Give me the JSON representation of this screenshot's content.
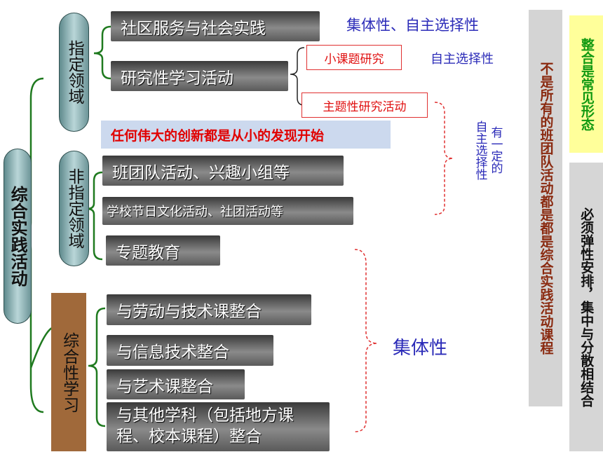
{
  "root": {
    "label": "综合实践活动"
  },
  "categories": [
    {
      "label": "指定领域"
    },
    {
      "label": "非指定领域"
    },
    {
      "label": "综合性学习"
    }
  ],
  "designated": {
    "item1": "社区服务与社会实践",
    "item1_note": "集体性、自主选择性",
    "item2": "研究性学习活动",
    "sub1": "小课题研究",
    "sub1_note": "自主选择性",
    "sub2": "主题性研究活动"
  },
  "banner": "任何伟大的创新都是从小的发现开始",
  "non_designated": {
    "item1": "班团队活动、兴趣小组等",
    "item2": "学校节日文化活动、社团活动等",
    "item3": "专题教育",
    "note_col1": "自主选择性",
    "note_col2": "有一定的"
  },
  "integrated": {
    "item1": "与劳动与技术课整合",
    "item2": "与信息技术整合",
    "item3": "与艺术课整合",
    "item4": "与其他学科（包括地方课程、校本课程）整合",
    "note": "集体性"
  },
  "side": {
    "col1": "不是所有的班团队活动都是都是综合实践活动课程",
    "col2": "整合是常见形态",
    "col3": "必须弹性安排，集中与分散相结合"
  },
  "colors": {
    "bracket_green": "#1f7a1f",
    "bracket_red": "#e03030",
    "note_blue": "#2b2bb8"
  }
}
